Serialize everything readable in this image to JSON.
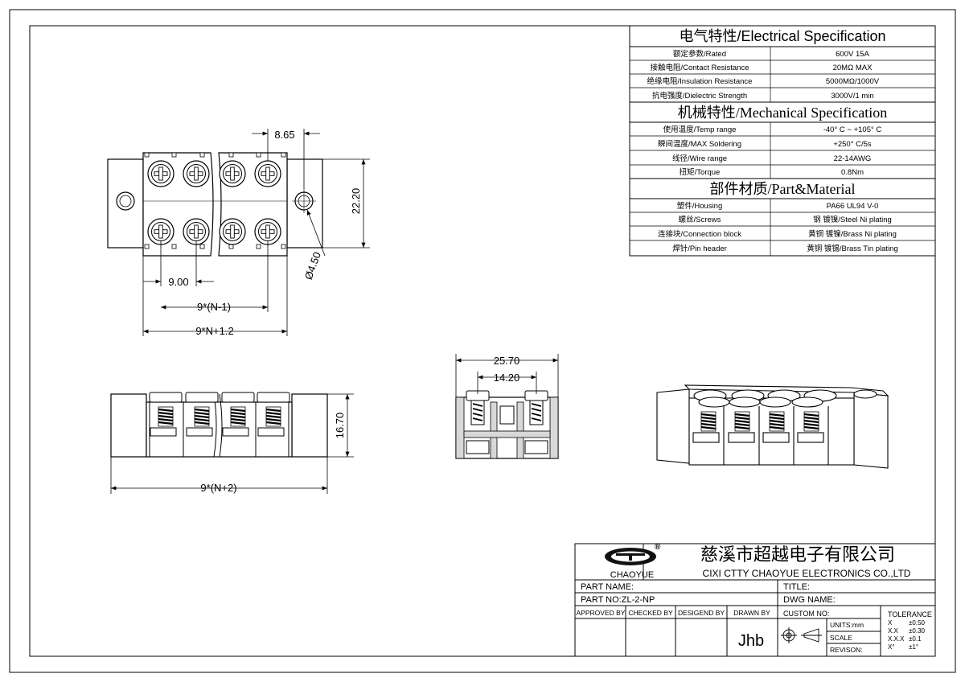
{
  "spec_table": {
    "electrical_header": "电气特性/Electrical Specification",
    "electrical_rows": [
      {
        "label": "额定参数/Rated",
        "value": "600V 15A"
      },
      {
        "label": "接触电阻/Contact Resistance",
        "value": "20MΩ MAX"
      },
      {
        "label": "绝缘电阻/Insulation Resistance",
        "value": "5000MΩ/1000V"
      },
      {
        "label": "抗电强度/Dielectric Strength",
        "value": "3000V/1 min"
      }
    ],
    "mechanical_header": "机械特性/Mechanical Specification",
    "mechanical_rows": [
      {
        "label": "使用温度/Temp range",
        "value": "-40° C ~ +105° C"
      },
      {
        "label": "瞬间温度/MAX Soldering",
        "value": "+250° C/5s"
      },
      {
        "label": "线径/Wire range",
        "value": "22-14AWG"
      },
      {
        "label": "扭矩/Torque",
        "value": "0.8Nm"
      }
    ],
    "material_header": "部件材质/Part&Material",
    "material_rows": [
      {
        "label": "塑件/Housing",
        "value": "PA66 UL94 V-0"
      },
      {
        "label": "螺丝/Screws",
        "value": "钢 镀镍/Steel Ni plating"
      },
      {
        "label": "连接块/Connection block",
        "value": "黄铜 镀镍/Brass Ni plating"
      },
      {
        "label": "焊针/Pin header",
        "value": "黄铜 镀锡/Brass Tin plating"
      }
    ]
  },
  "dimensions": {
    "screw_offset": "8.65",
    "height": "22.20",
    "hole_diameter": "Ø4.50",
    "pitch": "9.00",
    "span_inner": "9*(N-1)",
    "span_outer": "9*N+1.2",
    "side_height": "16.70",
    "side_length": "9*(N+2)",
    "depth_total": "25.70",
    "depth_inner": "14.20"
  },
  "title_block": {
    "logo_text": "CHAOYUE",
    "registered_mark": "®",
    "company_cn": "慈溪市超越电子有限公司",
    "company_en": "CIXI CTTY CHAOYUE ELECTRONICS CO.,LTD",
    "part_name_label": "PART NAME:",
    "title_label": "TITLE:",
    "part_no": "PART NO:ZL-2-NP",
    "dwg_name_label": "DWG NAME:",
    "approved_by": "APPROVED BY",
    "checked_by": "CHECKED BY",
    "designed_by": "DESIGEND BY",
    "drawn_by": "DRAWN BY",
    "drawn_by_value": "Jhb",
    "custom_no": "CUSTOM NO:",
    "units": "UNITS:mm",
    "scale": "SCALE",
    "revision": "REVISON:",
    "tolerance_title": "TOLERANCE",
    "tolerance_rows": [
      {
        "fmt": "X",
        "val": "±0.50"
      },
      {
        "fmt": "X.X",
        "val": "±0.30"
      },
      {
        "fmt": "X.X.X",
        "val": "±0.1"
      },
      {
        "fmt": "X°",
        "val": "±1°"
      }
    ]
  }
}
